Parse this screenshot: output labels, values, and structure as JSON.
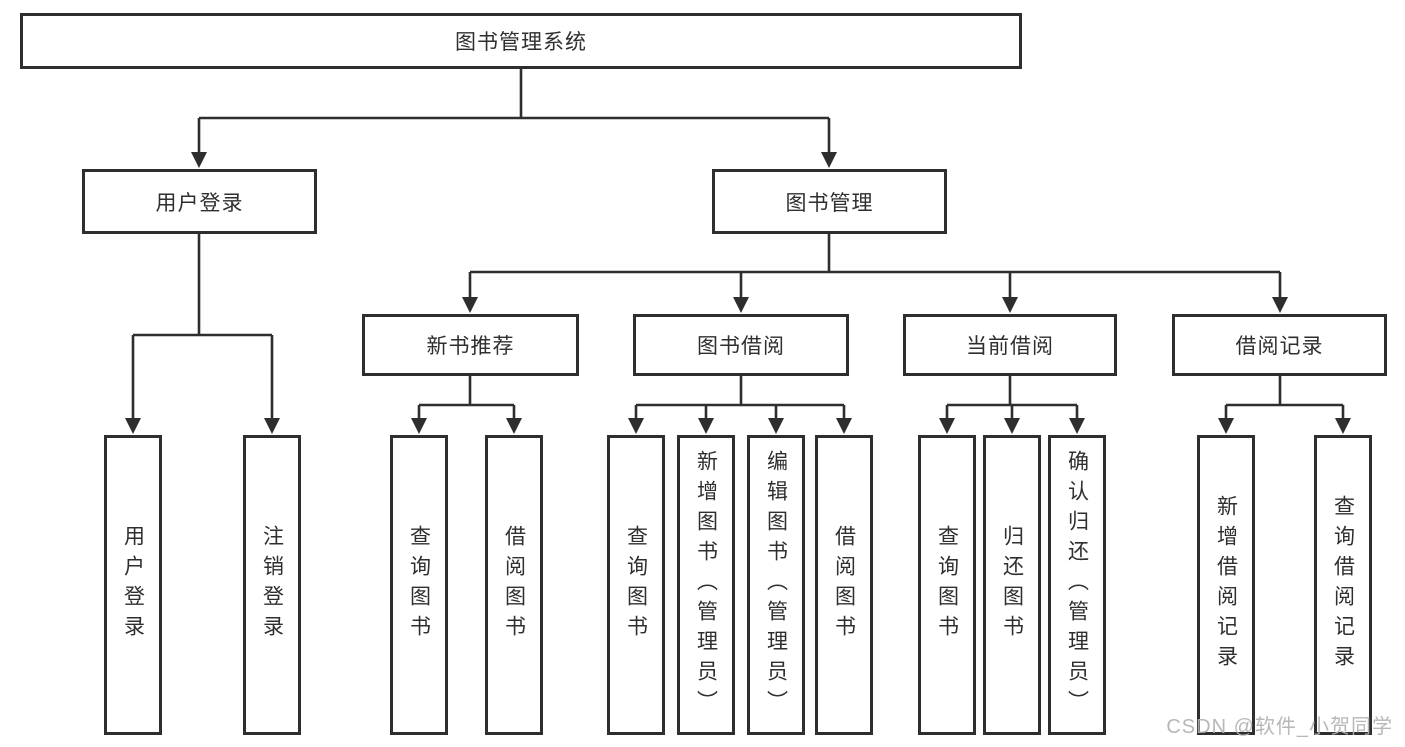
{
  "tree": {
    "root": {
      "label": "图书管理系统"
    },
    "branches": [
      {
        "label": "用户登录",
        "children": [
          {
            "label": "用户登录"
          },
          {
            "label": "注销登录"
          }
        ]
      },
      {
        "label": "图书管理",
        "sections": [
          {
            "label": "新书推荐",
            "children": [
              {
                "label": "查询图书"
              },
              {
                "label": "借阅图书"
              }
            ]
          },
          {
            "label": "图书借阅",
            "children": [
              {
                "label": "查询图书"
              },
              {
                "label": "新增图书（管理员）"
              },
              {
                "label": "编辑图书（管理员）"
              },
              {
                "label": "借阅图书"
              }
            ]
          },
          {
            "label": "当前借阅",
            "children": [
              {
                "label": "查询图书"
              },
              {
                "label": "归还图书"
              },
              {
                "label": "确认归还（管理员）"
              }
            ]
          },
          {
            "label": "借阅记录",
            "children": [
              {
                "label": "新增借阅记录"
              },
              {
                "label": "查询借阅记录"
              }
            ]
          }
        ]
      }
    ]
  },
  "watermark": {
    "text": "CSDN @软件_小贺同学"
  },
  "colors": {
    "line": "#2e2e2e",
    "box_border": "#2e2e2e",
    "text": "#2f2f2f",
    "background": "#ffffff",
    "watermark": "#b0b0b0"
  }
}
